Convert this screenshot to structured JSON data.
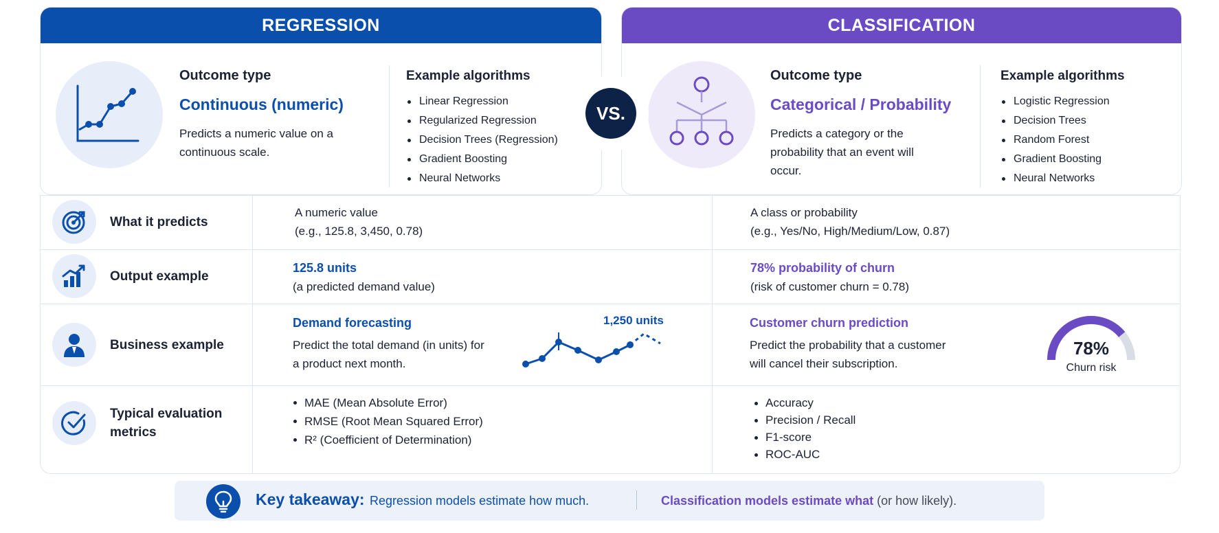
{
  "regression": {
    "title": "REGRESSION",
    "outcome_label": "Outcome type",
    "outcome_value": "Continuous (numeric)",
    "outcome_desc": "Predicts a numeric value on a continuous scale.",
    "algorithms_title": "Example algorithms",
    "algorithms": [
      "Linear Regression",
      "Regularized Regression",
      "Decision Trees (Regression)",
      "Gradient Boosting",
      "Neural Networks"
    ],
    "icon": "line-chart-icon"
  },
  "vs_label": "VS.",
  "classification": {
    "title": "CLASSIFICATION",
    "outcome_label": "Outcome type",
    "outcome_value": "Categorical / Probability",
    "outcome_desc": "Predicts a category or the probability that an event will occur.",
    "algorithms_title": "Example algorithms",
    "algorithms": [
      "Logistic Regression",
      "Decision Trees",
      "Random Forest",
      "Gradient Boosting",
      "Neural Networks"
    ],
    "icon": "tree-diagram-icon"
  },
  "rows": {
    "predicts": {
      "label": "What it predicts",
      "icon": "target-icon",
      "regression": {
        "line1": "A numeric value",
        "line2": "(e.g., 125.8, 3,450, 0.78)"
      },
      "classification": {
        "line1": "A class or probability",
        "line2": "(e.g., Yes/No, High/Medium/Low, 0.87)"
      }
    },
    "output": {
      "label": "Output example",
      "icon": "bar-chart-up-icon",
      "regression": {
        "headline": "125.8 units",
        "detail": "(a predicted demand value)"
      },
      "classification": {
        "headline": "78% probability of churn",
        "detail": "(risk of customer churn = 0.78)"
      }
    },
    "business": {
      "label": "Business example",
      "icon": "person-icon",
      "regression": {
        "headline": "Demand forecasting",
        "line1": "Predict the total demand (in units) for",
        "line2": "a product next month.",
        "sparkline_label": "1,250 units"
      },
      "classification": {
        "headline": "Customer churn prediction",
        "line1": "Predict the probability that a customer",
        "line2": "will cancel their subscription.",
        "gauge_value": "78%",
        "gauge_fraction": 0.78,
        "gauge_label": "Churn risk"
      }
    },
    "metrics": {
      "label_line1": "Typical evaluation",
      "label_line2": "metrics",
      "icon": "check-circle-icon",
      "regression": [
        "MAE (Mean Absolute Error)",
        "RMSE (Root Mean Squared Error)",
        "R² (Coefficient of Determination)"
      ],
      "classification": [
        "Accuracy",
        "Precision / Recall",
        "F1-score",
        "ROC-AUC"
      ]
    }
  },
  "takeaway": {
    "icon": "lightbulb-icon",
    "label": "Key takeaway:",
    "regression_text": "Regression models estimate how much.",
    "classification_bold": "Classification models estimate what",
    "classification_rest": " (or how likely)."
  },
  "colors": {
    "regression": "#0b4fac",
    "classification": "#6a4bc4",
    "vs": "#0c2347"
  }
}
